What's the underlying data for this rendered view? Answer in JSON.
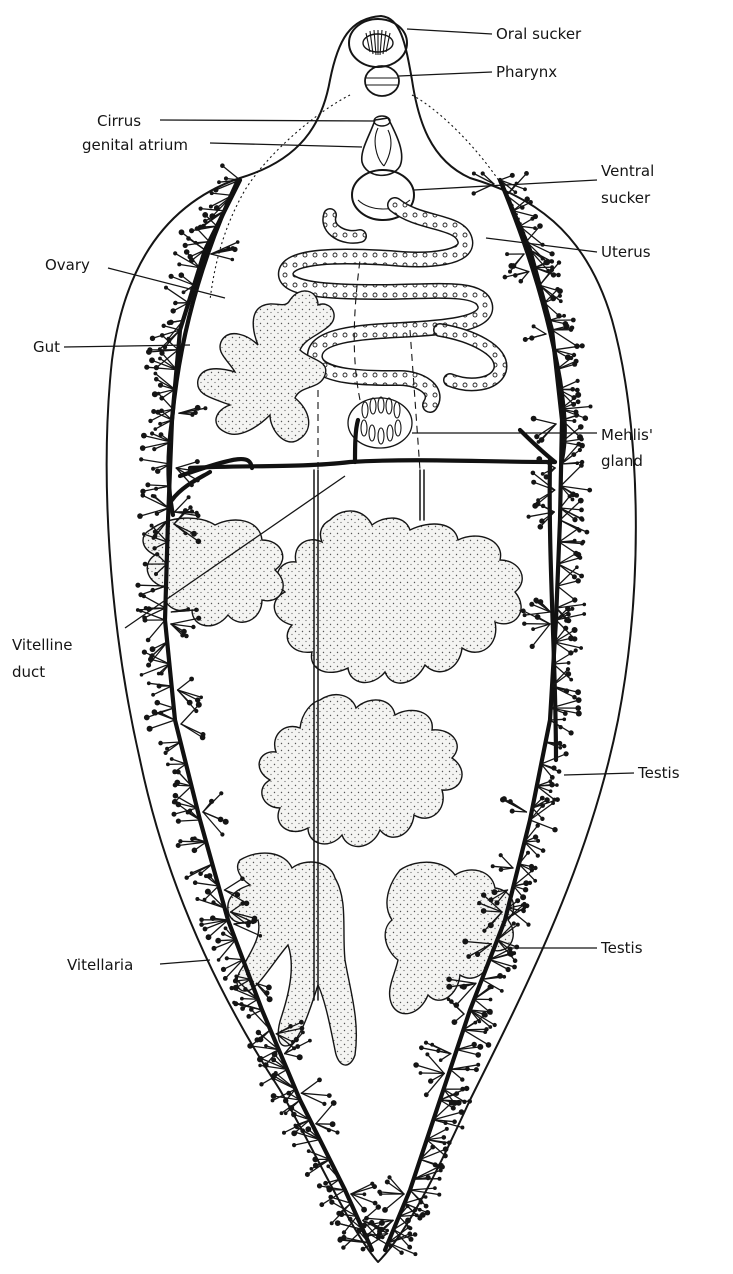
{
  "diagram": {
    "labels": {
      "oral_sucker": "Oral sucker",
      "pharynx": "Pharynx",
      "cirrus": "Cirrus",
      "genital_atrium": "genital atrium",
      "ventral_sucker_1": "Ventral",
      "ventral_sucker_2": "sucker",
      "uterus": "Uterus",
      "ovary": "Ovary",
      "gut": "Gut",
      "mehlis_gland_1": "Mehlis'",
      "mehlis_gland_2": "gland",
      "vitelline_duct_1": "Vitelline",
      "vitelline_duct_2": "duct",
      "testis_upper": "Testis",
      "testis_lower": "Testis",
      "vitellaria": "Vitellaria"
    }
  }
}
